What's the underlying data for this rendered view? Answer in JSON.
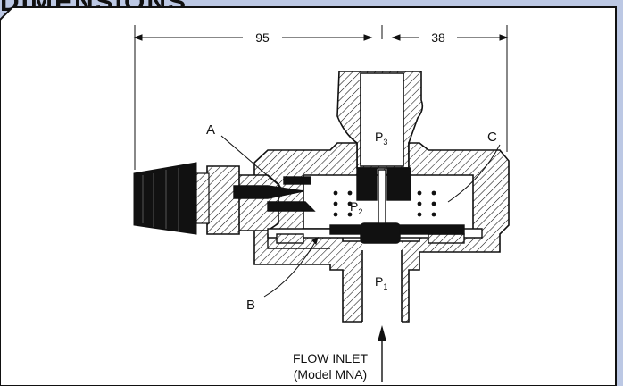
{
  "header": {
    "title": "DIMENSIONS"
  },
  "colors": {
    "background": "#bcc8e4",
    "panel": "#ffffff",
    "line": "#111111"
  },
  "dimensions": {
    "left_value": "95",
    "right_value": "38"
  },
  "callouts": {
    "a": "A",
    "b": "B",
    "c": "C"
  },
  "pressures": {
    "p3": {
      "main": "P",
      "sub": "3"
    },
    "p2": {
      "main": "P",
      "sub": "2"
    },
    "p1": {
      "main": "P",
      "sub": "1"
    }
  },
  "inlet": {
    "line1": "FLOW INLET",
    "line2": "(Model MNA)"
  }
}
